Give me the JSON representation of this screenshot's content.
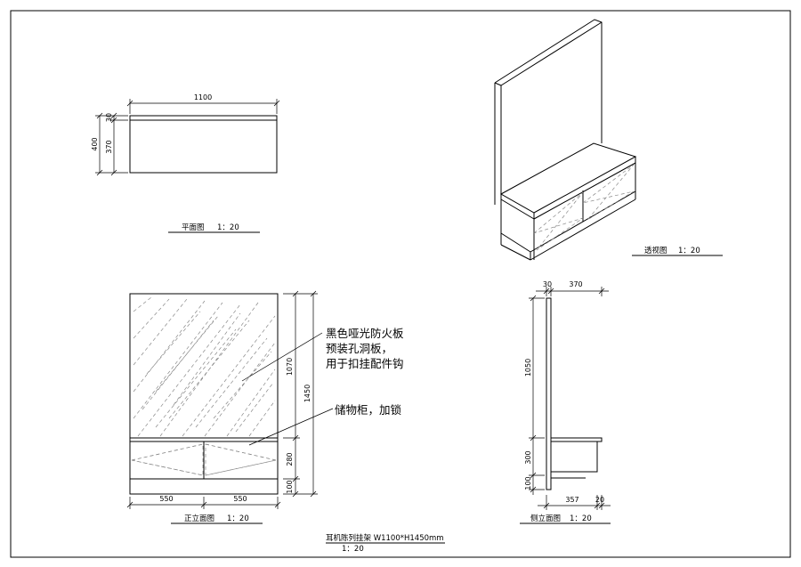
{
  "plan": {
    "width_dim": "1100",
    "depth_total": "400",
    "depth_top": "30",
    "depth_body": "370",
    "title": "平面图",
    "scale": "1：20"
  },
  "perspective": {
    "title": "透视图",
    "scale": "1：20"
  },
  "front": {
    "title": "正立面图",
    "scale": "1：20",
    "dim_left": "550",
    "dim_right": "550",
    "dim_upper": "1070",
    "dim_total": "1450",
    "dim_cabinet": "280",
    "dim_base": "100",
    "note1": [
      "黑色哑光防火板",
      "预装孔洞板，",
      "用于扣挂配件钩"
    ],
    "note2": "储物柜，加锁"
  },
  "side": {
    "title": "侧立面图",
    "scale": "1：20",
    "dim_top_left": "30",
    "dim_top_right": "370",
    "dim_upper": "1050",
    "dim_cabinet": "300",
    "dim_base": "100",
    "dim_bottom": "357",
    "dim_bottom_right": "20"
  },
  "drawing": {
    "title": "耳机陈列挂架 W1100*H1450mm",
    "scale": "1：20"
  }
}
